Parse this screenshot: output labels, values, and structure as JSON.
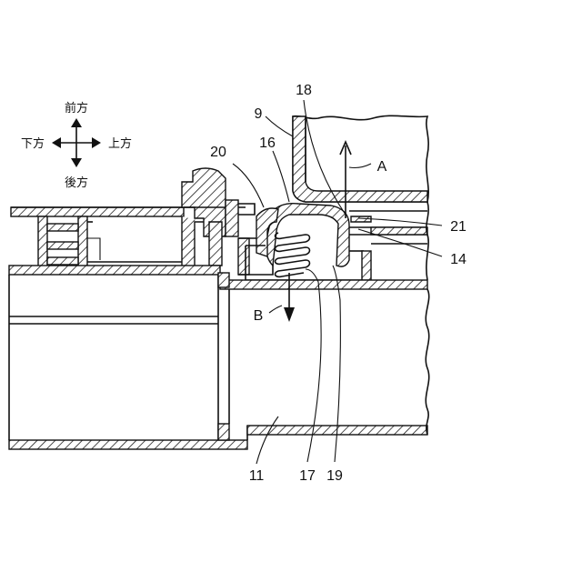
{
  "direction_indicator": {
    "front": "前方",
    "rear": "後方",
    "down": "下方",
    "up": "上方"
  },
  "reference_labels": {
    "label_9": "9",
    "label_18": "18",
    "label_16": "16",
    "label_20": "20",
    "label_A": "A",
    "label_21": "21",
    "label_14": "14",
    "label_B": "B",
    "label_11": "11",
    "label_17": "17",
    "label_19": "19"
  }
}
